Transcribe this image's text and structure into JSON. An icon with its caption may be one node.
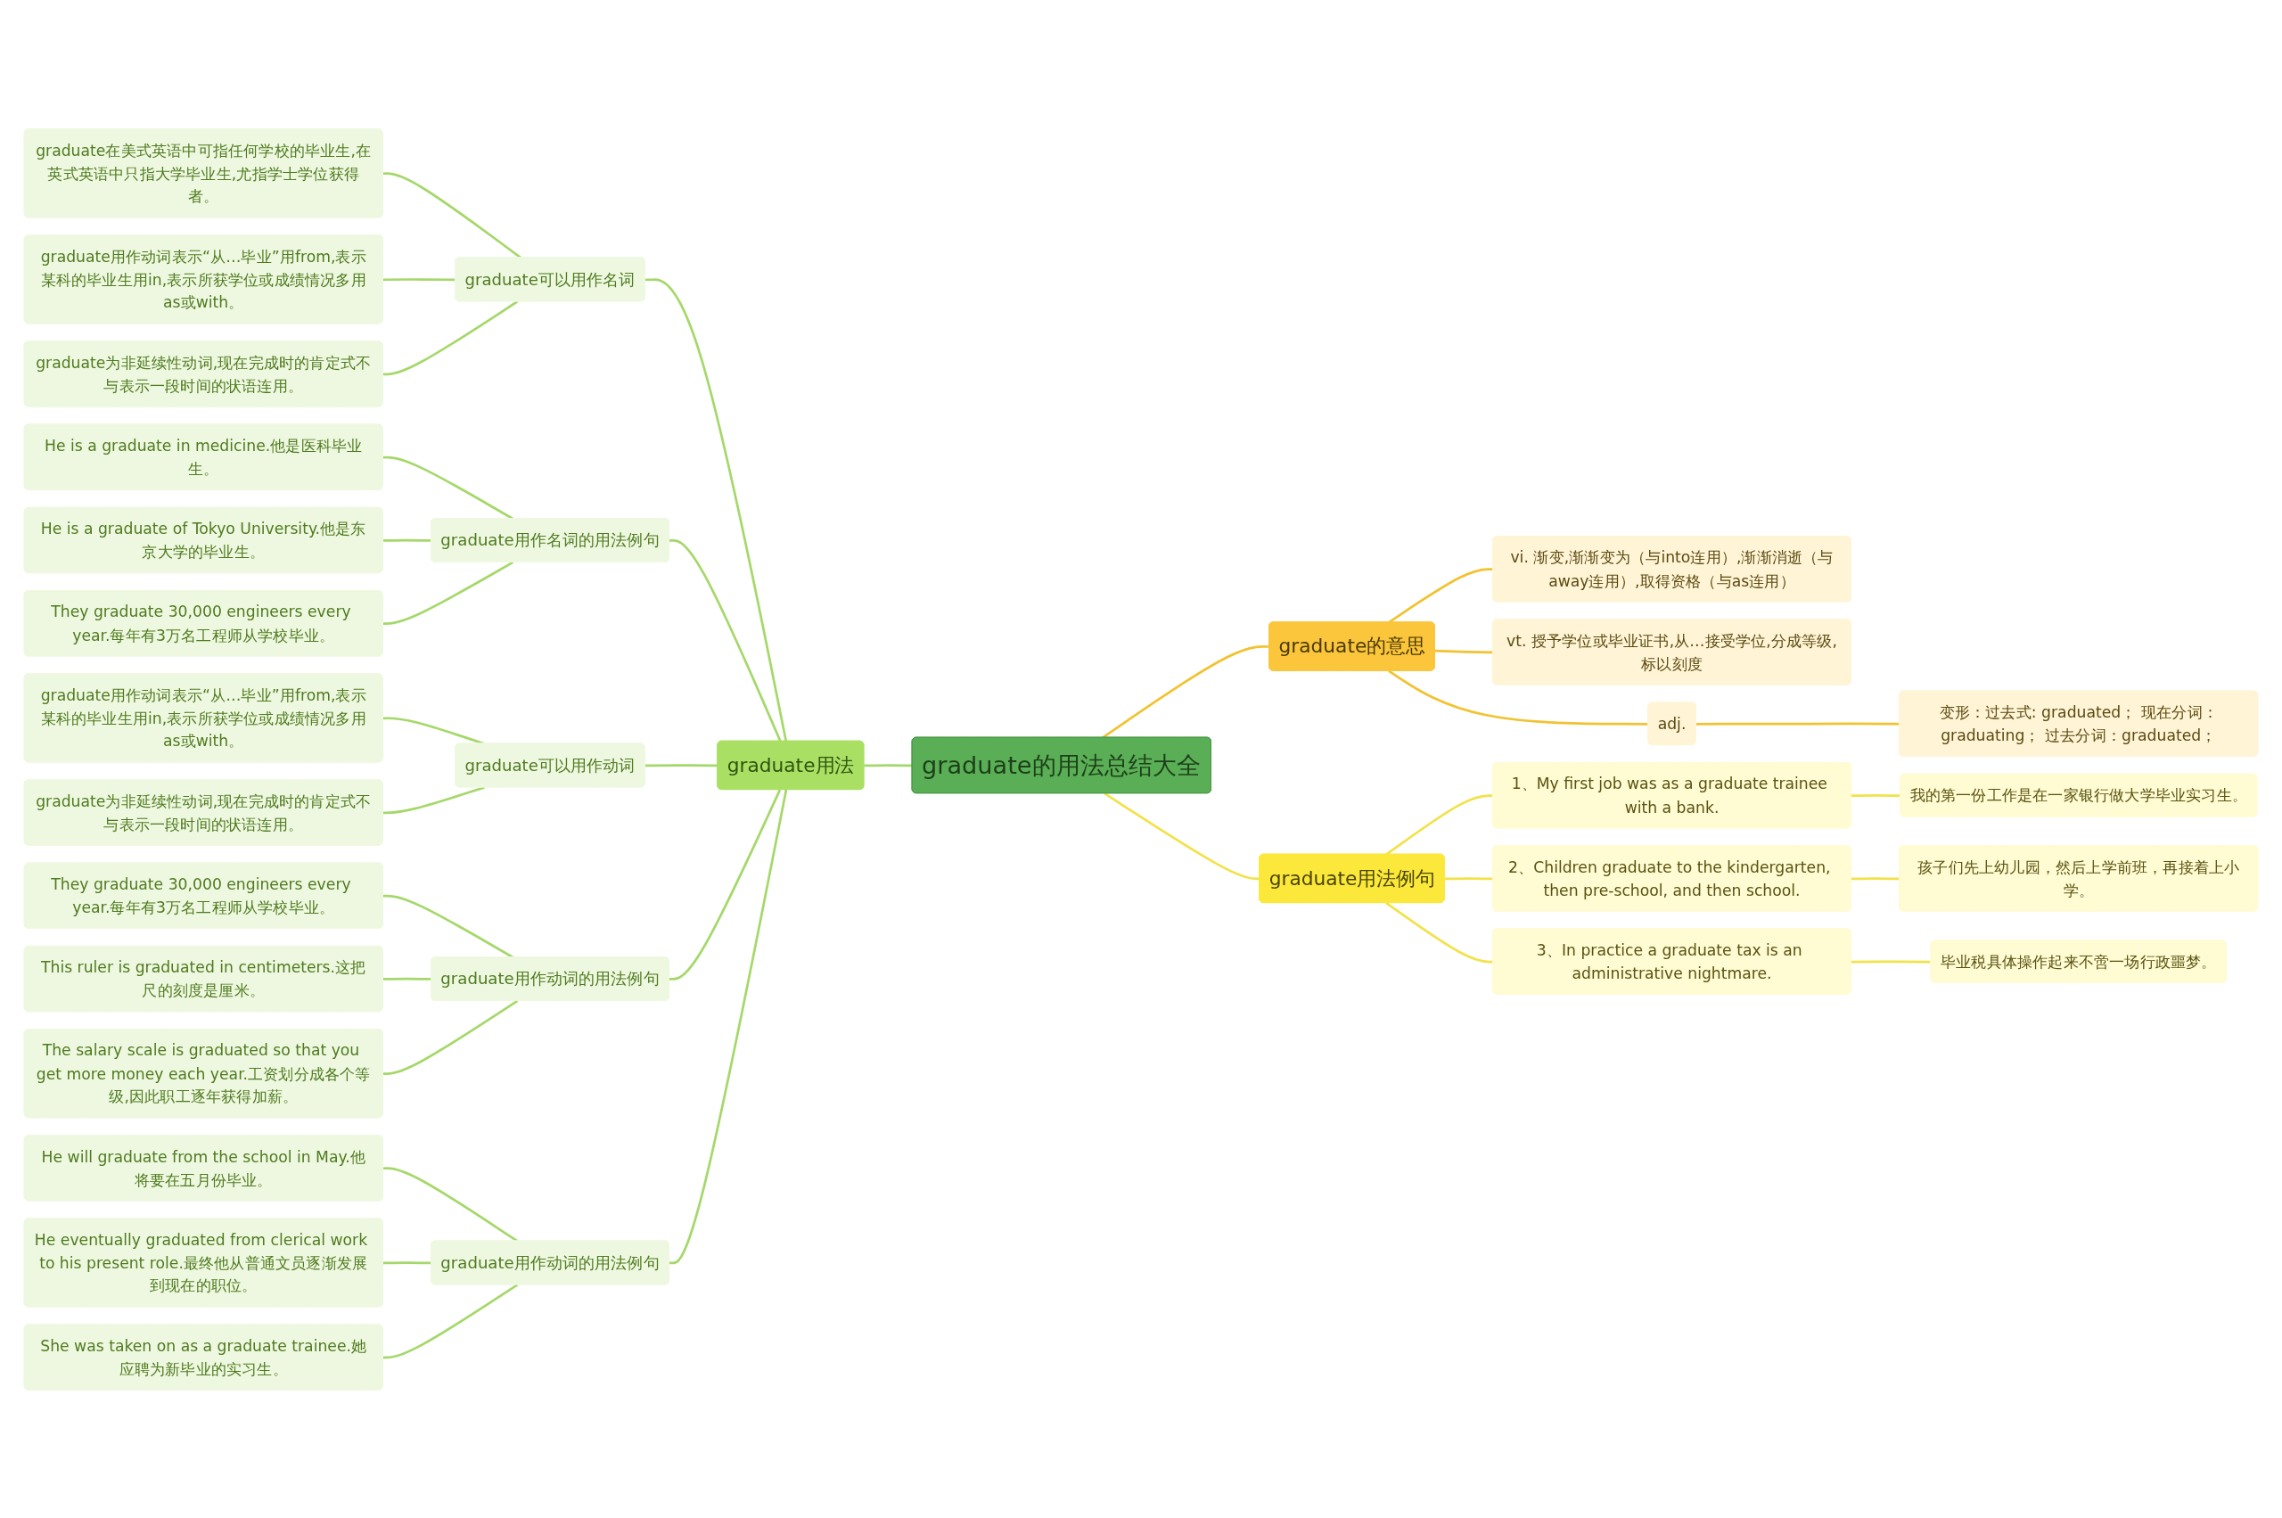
{
  "diagram": {
    "nodes": [
      {
        "text": [
          "graduate的用法总结大全"
        ]
      },
      {
        "text": [
          "graduate用法"
        ]
      },
      {
        "text": [
          "graduate可以用作名词"
        ]
      },
      {
        "text": [
          "graduate在美式英语中可指任何学校的毕业生,在英式英语中只指大学毕业生,尤指学士学位获得者。"
        ]
      },
      {
        "text": [
          "graduate用作动词表示“从…毕业”用from,表示某科的毕业生用in,表示所获学位或成绩情况多用as或with。"
        ]
      },
      {
        "text": [
          "graduate为非延续性动词,现在完成时的肯定式不与表示一段时间的状语连用。"
        ]
      },
      {
        "text": [
          "graduate用作名词的用法例句"
        ]
      },
      {
        "text": [
          "He is a graduate in medicine.他是医科毕业生。"
        ]
      },
      {
        "text": [
          "He is a graduate of Tokyo University.他是东京大学的毕业生。"
        ]
      },
      {
        "text": [
          "They graduate 30,000 engineers every year.每年有3万名工程师从学校毕业。"
        ]
      },
      {
        "text": [
          "graduate可以用作动词"
        ]
      },
      {
        "text": [
          "graduate用作动词表示“从…毕业”用from,表示某科的毕业生用in,表示所获学位或成绩情况多用as或with。"
        ]
      },
      {
        "text": [
          "graduate为非延续性动词,现在完成时的肯定式不与表示一段时间的状语连用。"
        ]
      },
      {
        "text": [
          "graduate用作动词的用法例句"
        ]
      },
      {
        "text": [
          "They graduate 30,000 engineers every year.每年有3万名工程师从学校毕业。"
        ]
      },
      {
        "text": [
          "This ruler is graduated in centimeters.这把尺的刻度是厘米。"
        ]
      },
      {
        "text": [
          "The salary scale is graduated so that you get more money each year.工资划分成各个等级,因此职工逐年获得加薪。"
        ]
      },
      {
        "text": [
          "graduate用作动词的用法例句"
        ]
      },
      {
        "text": [
          "He will graduate from the school in May.他将要在五月份毕业。"
        ]
      },
      {
        "text": [
          "He eventually graduated from clerical work to his present role.最终他从普通文员逐渐发展到现在的职位。"
        ]
      },
      {
        "text": [
          "She was taken on as a graduate trainee.她应聘为新毕业的实习生。"
        ]
      },
      {
        "text": [
          "graduate的意思"
        ]
      },
      {
        "text": [
          "vi. 渐变,渐渐变为（与into连用）,渐渐消逝（与away连用）,取得资格（与as连用）"
        ]
      },
      {
        "text": [
          "vt. 授予学位或毕业证书,从…接受学位,分成等级,标以刻度"
        ]
      },
      {
        "text": [
          "adj."
        ]
      },
      {
        "text": [
          "变形：过去式: graduated； 现在分词：graduating； 过去分词：graduated；"
        ]
      },
      {
        "text": [
          "graduate用法例句"
        ]
      },
      {
        "text": [
          "1、My first job was as a graduate trainee with a bank."
        ]
      },
      {
        "text": [
          "我的第一份工作是在一家银行做大学毕业实习生。"
        ]
      },
      {
        "text": [
          "2、Children graduate to the kindergarten, then pre-school, and then school."
        ]
      },
      {
        "text": [
          "孩子们先上幼儿园，然后上学前班，再接着上小学。"
        ]
      },
      {
        "text": [
          "3、In practice a graduate tax is an administrative nightmare."
        ]
      },
      {
        "text": [
          "毕业税具体操作起来不啻一场行政噩梦。"
        ]
      }
    ],
    "edges": [
      {
        "from": 0,
        "to": 1,
        "arrow": "none"
      },
      {
        "from": 1,
        "to": 2,
        "arrow": "none"
      },
      {
        "from": 2,
        "to": 3,
        "arrow": "none"
      },
      {
        "from": 2,
        "to": 4,
        "arrow": "none"
      },
      {
        "from": 2,
        "to": 5,
        "arrow": "none"
      },
      {
        "from": 1,
        "to": 6,
        "arrow": "none"
      },
      {
        "from": 6,
        "to": 7,
        "arrow": "none"
      },
      {
        "from": 6,
        "to": 8,
        "arrow": "none"
      },
      {
        "from": 6,
        "to": 9,
        "arrow": "none"
      },
      {
        "from": 1,
        "to": 10,
        "arrow": "none"
      },
      {
        "from": 10,
        "to": 11,
        "arrow": "none"
      },
      {
        "from": 10,
        "to": 12,
        "arrow": "none"
      },
      {
        "from": 1,
        "to": 13,
        "arrow": "none"
      },
      {
        "from": 13,
        "to": 14,
        "arrow": "none"
      },
      {
        "from": 13,
        "to": 15,
        "arrow": "none"
      },
      {
        "from": 13,
        "to": 16,
        "arrow": "none"
      },
      {
        "from": 1,
        "to": 17,
        "arrow": "none"
      },
      {
        "from": 17,
        "to": 18,
        "arrow": "none"
      },
      {
        "from": 17,
        "to": 19,
        "arrow": "none"
      },
      {
        "from": 17,
        "to": 20,
        "arrow": "none"
      },
      {
        "from": 0,
        "to": 21,
        "arrow": "none",
        "color": "#f2c230"
      },
      {
        "from": 21,
        "to": 22,
        "arrow": "none",
        "color": "#f2c230"
      },
      {
        "from": 21,
        "to": 23,
        "arrow": "none",
        "color": "#f2c230"
      },
      {
        "from": 21,
        "to": 24,
        "arrow": "none",
        "color": "#f2c230"
      },
      {
        "from": 24,
        "to": 25,
        "arrow": "none",
        "color": "#f2c230"
      },
      {
        "from": 0,
        "to": 26,
        "arrow": "none",
        "color": "#f2e24a"
      },
      {
        "from": 26,
        "to": 27,
        "arrow": "none",
        "color": "#f2e24a"
      },
      {
        "from": 27,
        "to": 28,
        "arrow": "none",
        "color": "#f2e24a"
      },
      {
        "from": 26,
        "to": 29,
        "arrow": "none",
        "color": "#f2e24a"
      },
      {
        "from": 29,
        "to": 30,
        "arrow": "none",
        "color": "#f2e24a"
      },
      {
        "from": 26,
        "to": 31,
        "arrow": "none",
        "color": "#f2e24a"
      },
      {
        "from": 31,
        "to": 32,
        "arrow": "none",
        "color": "#f2e24a"
      }
    ]
  }
}
